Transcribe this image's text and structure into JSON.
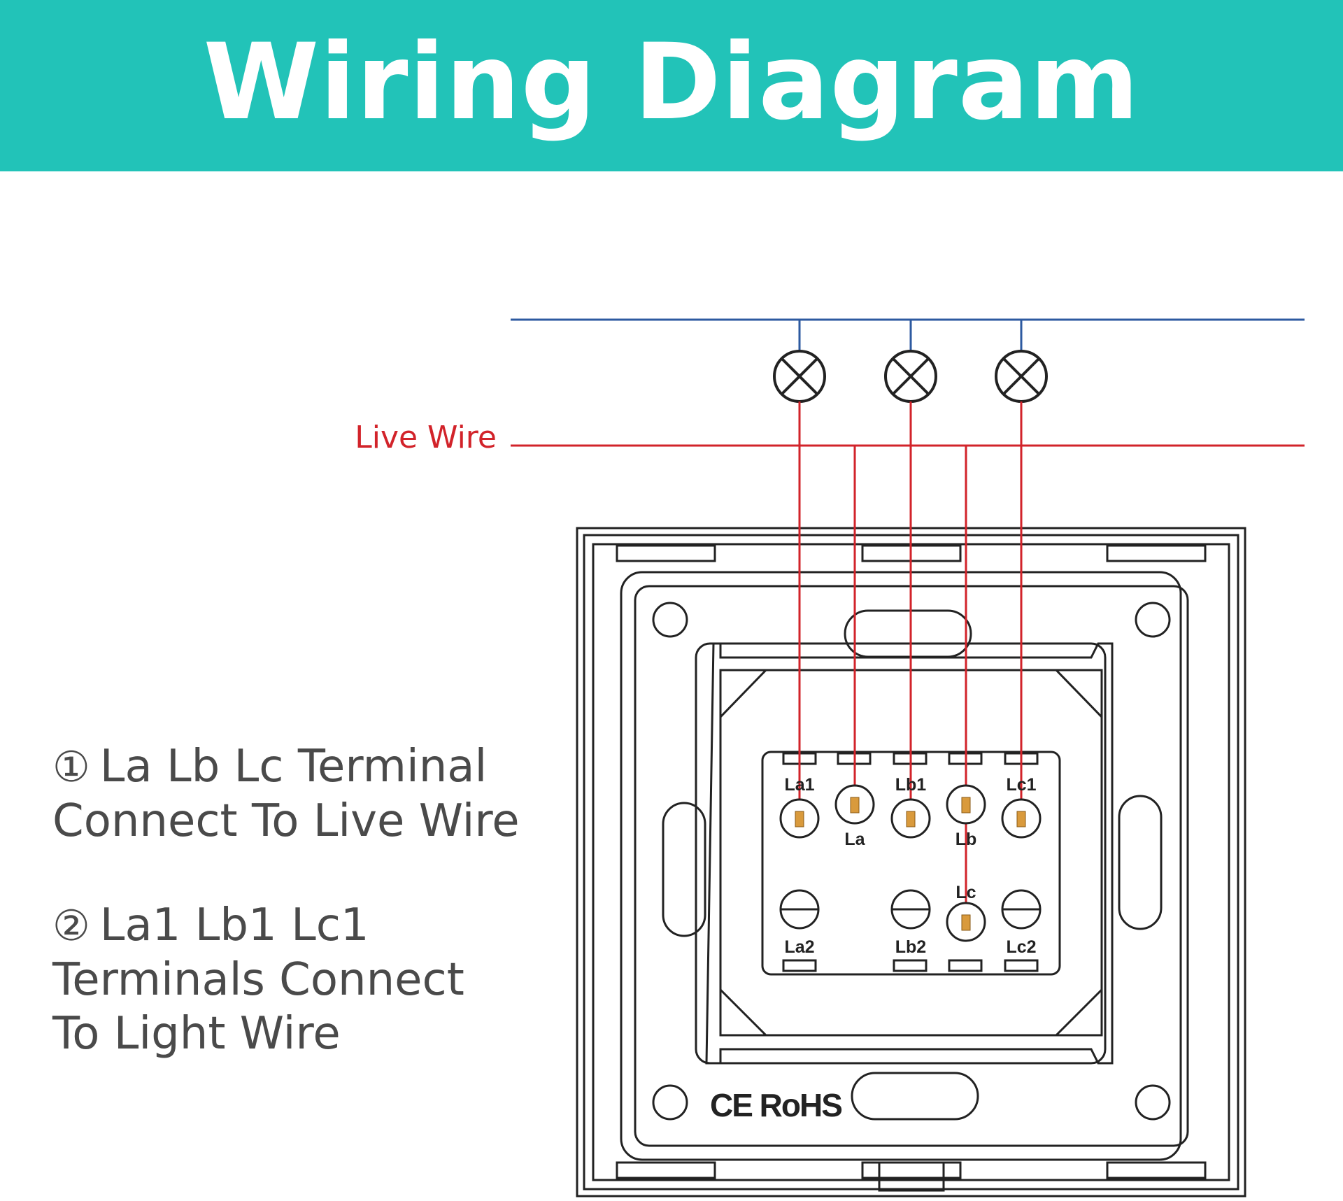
{
  "header": {
    "title": "Wiring Diagram"
  },
  "diagram": {
    "live_wire_label": "Live Wire",
    "terminals_top": [
      "La1",
      "La",
      "Lb1",
      "Lb",
      "Lc1"
    ],
    "terminals_bottom": [
      "La2",
      "Lc",
      "Lb2",
      "Lc2"
    ],
    "certification": "CE RoHS",
    "colors": {
      "neutral_wire": "#2d5aa0",
      "live_wire": "#d2232a",
      "outline": "#222222",
      "terminal_fill": "#d99a3c",
      "header_bg": "#22c3b8"
    }
  },
  "notes": [
    {
      "num": "①",
      "lines": [
        "La Lb Lc Terminal",
        "Connect To Live Wire"
      ]
    },
    {
      "num": "②",
      "lines": [
        "La1 Lb1 Lc1",
        "Terminals Connect",
        "To Light Wire"
      ]
    }
  ]
}
